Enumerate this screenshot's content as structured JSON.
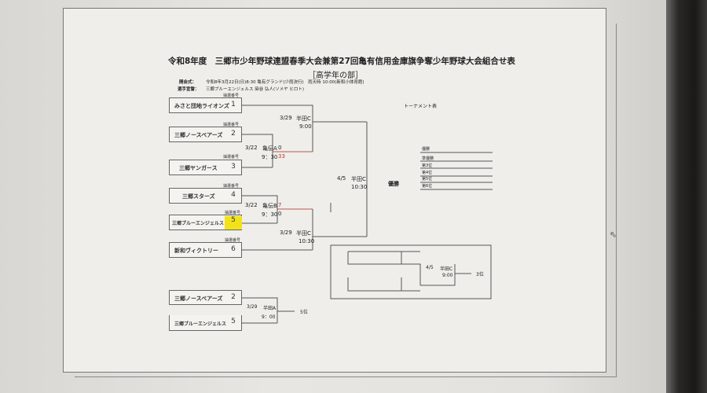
{
  "title": "令和8年度　三郷市少年野球連盟春季大会兼第27回亀有信用金庫旗争奪少年野球大会組合せ表",
  "division": "［高学年の部］",
  "opening": {
    "label": "開会式：",
    "text": "令和8年3月22日(日)8:30 亀有グランド(少雨決行)　雨天時 10:00(新和小体育館)"
  },
  "oath": {
    "label": "選手宣誓：",
    "text": "三郷ブルーエンジェルス 染谷 弘人(ソメヤ ヒロト)"
  },
  "lot_label": "抽選番号",
  "bracket_label": "トーナメント表",
  "teams": [
    {
      "name": "みさと団地ライオンズ",
      "num": "1"
    },
    {
      "name": "三郷ノースベアーズ",
      "num": "2"
    },
    {
      "name": "三郷ヤンガース",
      "num": "3"
    },
    {
      "name": "三郷スターズ",
      "num": "4"
    },
    {
      "name": "三郷ブルーエンジェルス",
      "num": "5"
    },
    {
      "name": "新和ヴィクトリー",
      "num": "6"
    }
  ],
  "matches": {
    "r1a": {
      "date": "3/22",
      "field": "亀伝A",
      "time": "9：30",
      "score_top": "0",
      "score_bottom": "33"
    },
    "r1b": {
      "date": "3/22",
      "field": "亀伝B",
      "time": "9：30",
      "score_top": "7",
      "score_bottom": "0"
    },
    "sf1": {
      "date": "3/29",
      "field": "半田C",
      "time": "9:00"
    },
    "sf2": {
      "date": "3/29",
      "field": "半田C",
      "time": "10:30"
    },
    "final": {
      "date": "4/5",
      "field": "半田C",
      "time": "10:30",
      "label": "優勝"
    },
    "third": {
      "date": "4/5",
      "field": "半田C",
      "time": "9:00",
      "label": "3位"
    },
    "fifth": {
      "date": "3/29",
      "field": "半田A",
      "time": "9：00",
      "label": "5位",
      "teams": [
        {
          "name": "三郷ノースベアーズ",
          "num": "2"
        },
        {
          "name": "三郷ブルーエンジェルス",
          "num": "5"
        }
      ]
    }
  },
  "standings": [
    "優勝",
    "準優勝",
    "第3位",
    "第4位",
    "第5位",
    "第6位"
  ],
  "highlight_color": "#f2e21a"
}
